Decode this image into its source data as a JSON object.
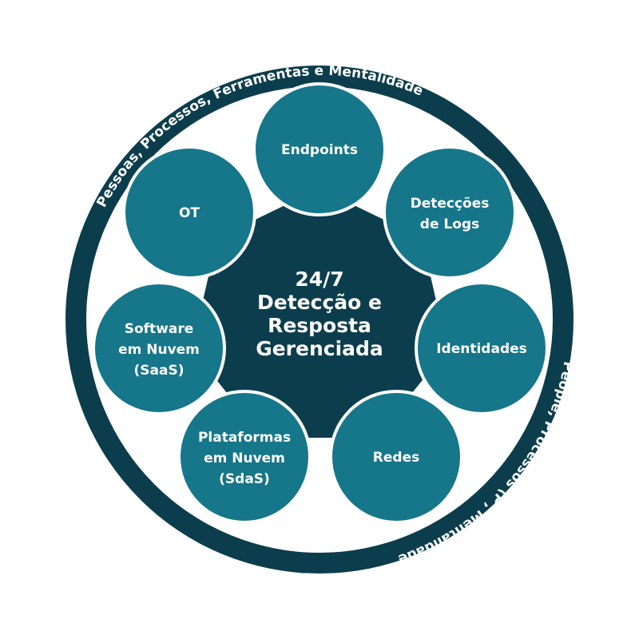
{
  "colors": {
    "dark_teal": "#0b3d4d",
    "node_teal": "#16768a",
    "node_border": "#ffffff",
    "background": "#ffffff"
  },
  "outer_ring": {
    "top_text": "Pessoas, Processos, Ferramentas e Mentalidade",
    "bottom_text": "People, Processos (P , Mentalidade"
  },
  "center": {
    "lines": [
      "24/7",
      "Detecção e",
      "Resposta",
      "Gerenciada"
    ]
  },
  "nodes": [
    {
      "id": "endpoints",
      "lines": [
        "Endpoints"
      ]
    },
    {
      "id": "deteccoes-de-logs",
      "lines": [
        "Detecções",
        "de Logs"
      ]
    },
    {
      "id": "identidades",
      "lines": [
        "Identidades"
      ]
    },
    {
      "id": "redes",
      "lines": [
        "Redes"
      ]
    },
    {
      "id": "plataformas-em-nuvem",
      "lines": [
        "Plataformas",
        "em Nuvem",
        "(SdaS)"
      ]
    },
    {
      "id": "software-em-nuvem",
      "lines": [
        "Software",
        "em Nuvem",
        "(SaaS)"
      ]
    },
    {
      "id": "ot",
      "lines": [
        "OT"
      ]
    }
  ]
}
